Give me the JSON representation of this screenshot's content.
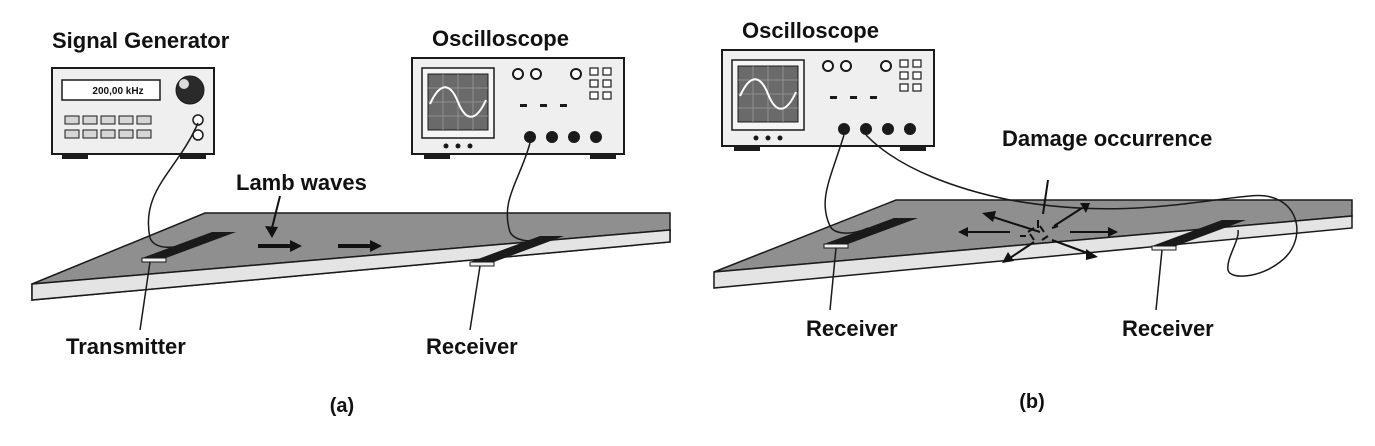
{
  "panel_a": {
    "signal_generator_label": "Signal Generator",
    "generator_display": "200,00 kHz",
    "oscilloscope_label": "Oscilloscope",
    "wave_label": "Lamb waves",
    "transmitter_label": "Transmitter",
    "receiver_label": "Receiver",
    "caption": "(a)"
  },
  "panel_b": {
    "oscilloscope_label": "Oscilloscope",
    "damage_label": "Damage occurrence",
    "receiver_left_label": "Receiver",
    "receiver_right_label": "Receiver",
    "caption": "(b)"
  },
  "colors": {
    "plate_top": "#8f8f8f",
    "plate_side": "#e4e4e4",
    "device_face": "#efefef",
    "outline": "#1a1a1a"
  }
}
